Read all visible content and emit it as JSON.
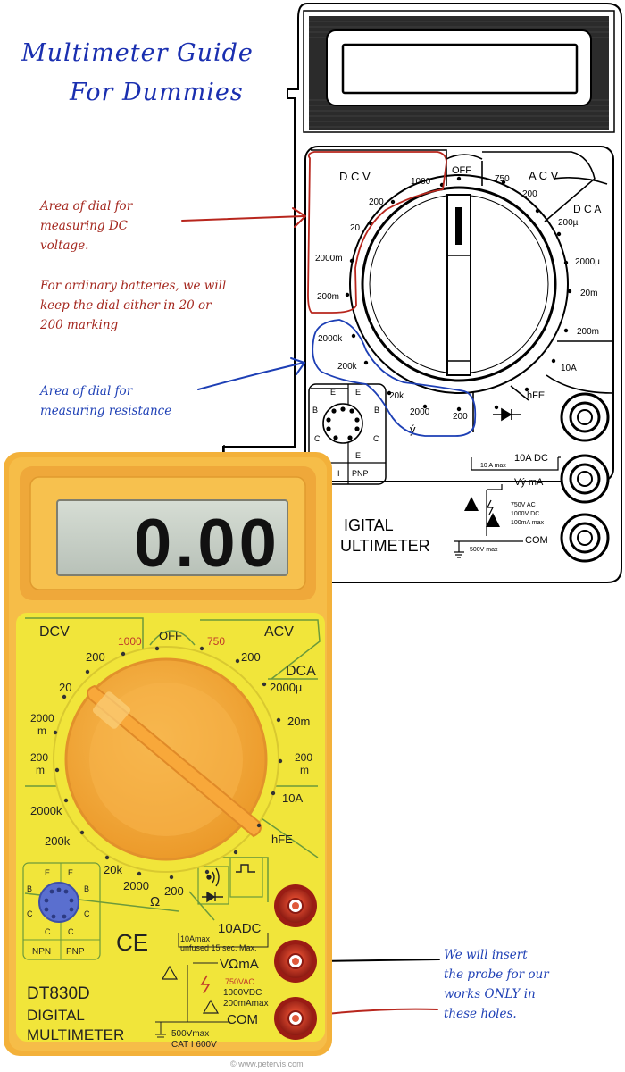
{
  "title": {
    "line1": "Multimeter Guide",
    "line2": "For Dummies"
  },
  "notes": {
    "dcv_area": [
      "Area of dial for",
      "measuring DC",
      "voltage."
    ],
    "battery_tip": [
      "For ordinary batteries, we will",
      "keep the dial either in 20 or",
      "200 marking"
    ],
    "resistance_area": [
      "Area of dial for",
      "measuring resistance"
    ],
    "probe_holes": [
      "We will insert",
      "the probe for our",
      "works ONLY in",
      "these holes."
    ]
  },
  "diagram": {
    "sections": {
      "dcv": "D C V",
      "acv": "A C V",
      "dca": "D C A",
      "off": "OFF",
      "hfe": "hFE"
    },
    "dcv_marks": [
      "1000",
      "200",
      "20",
      "2000m",
      "200m"
    ],
    "acv_marks": [
      "750",
      "200"
    ],
    "dca_marks": [
      "200µ",
      "2000µ",
      "20m",
      "200m",
      "10A"
    ],
    "ohm_marks": [
      "2000k",
      "200k",
      "20k",
      "2000",
      "200"
    ],
    "ohm_symbol": "ý",
    "transistor": {
      "pins_left": [
        "E",
        "B",
        "C"
      ],
      "pins_right": [
        "E",
        "B",
        "C"
      ],
      "npn": "I",
      "pnp": "PNP"
    },
    "jack_labels": {
      "top": "10A DC",
      "mid": "Vý mA",
      "bottom": "COM"
    },
    "warnings": {
      "top": "10 A max",
      "mid": [
        "750V AC",
        "1000V DC",
        "100mA max"
      ],
      "bottom": "500V max"
    },
    "brand": [
      "IGITAL",
      "ULTIMETER"
    ]
  },
  "meter": {
    "display": "0.00",
    "sections": {
      "dcv": "DCV",
      "acv": "ACV",
      "dca": "DCA",
      "off": "OFF",
      "hfe": "hFE"
    },
    "dcv_marks": [
      "1000",
      "200",
      "20",
      "2000\nm",
      "200\nm"
    ],
    "acv_marks": [
      "750",
      "200"
    ],
    "dca_marks": [
      "2000µ",
      "20m",
      "200\nm",
      "10A"
    ],
    "ohm_marks": [
      "2000k",
      "200k",
      "20k",
      "2000",
      "200"
    ],
    "ohm_symbol": "Ω",
    "transistor": {
      "pins_left": [
        "E",
        "B",
        "C"
      ],
      "pins_right": [
        "E",
        "B",
        "C"
      ],
      "npn": "NPN",
      "pnp": "PNP"
    },
    "ce": "CE",
    "model": "DT830D",
    "brand": [
      "DIGITAL",
      "MULTIMETER"
    ],
    "jacks": {
      "top": "10ADC",
      "mid": "VΩmA",
      "bottom": "COM"
    },
    "warnings": {
      "top": [
        "10Amax",
        "unfused 15 sec. Max."
      ],
      "mid": [
        "750VAC",
        "1000VDC",
        "200mAmax"
      ],
      "bottom": [
        "500Vmax",
        "CAT I 600V"
      ]
    }
  },
  "credit": "© www.petervis.com",
  "colors": {
    "handwriting_red": "#a4271e",
    "handwriting_blue": "#1d3fb5",
    "meter_body": "#f3b13a",
    "meter_panel": "#f1e53a",
    "meter_knob": "#f4a737",
    "lcd": "#c9d1c8",
    "jack_red": "#b3241a"
  }
}
